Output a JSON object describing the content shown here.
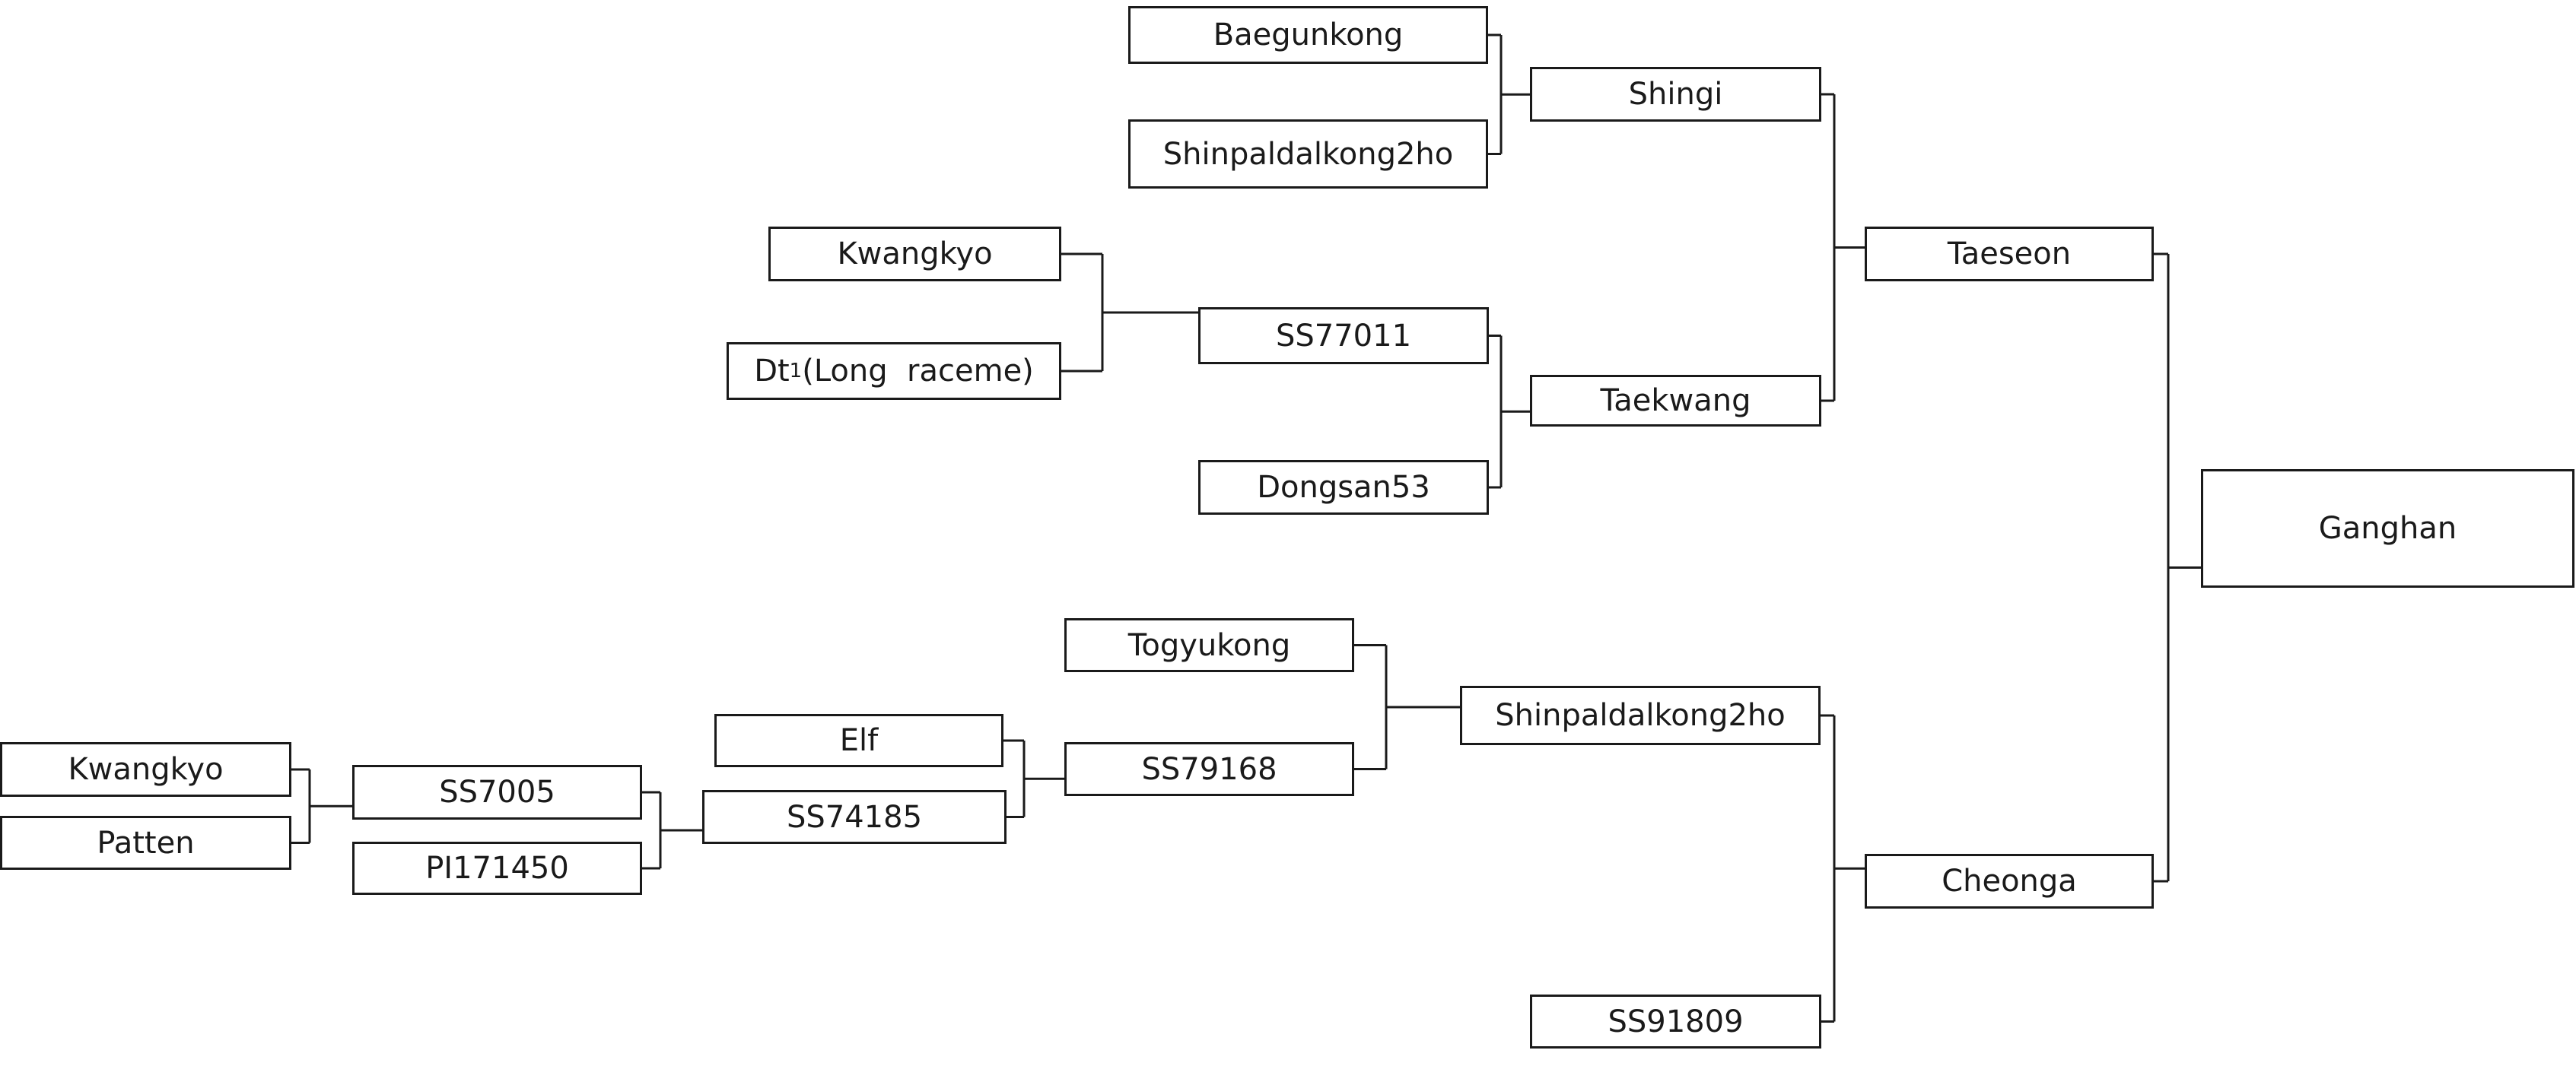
{
  "nodes": {
    "baegunkong": "Baegunkong",
    "shinpaldalkong2ho_top": "Shinpaldalkong2ho",
    "shingi": "Shingi",
    "kwangkyo_top": "Kwangkyo",
    "dt1": {
      "prefix": "Dt",
      "subscript": "1",
      "suffix": "(Long  raceme)"
    },
    "ss77011": "SS77011",
    "taekwang": "Taekwang",
    "dongsan53": "Dongsan53",
    "taeseon": "Taeseon",
    "ganghan": "Ganghan",
    "togyukong": "Togyukong",
    "shinpaldalkong2ho_bottom": "Shinpaldalkong2ho",
    "elf": "Elf",
    "ss79168": "SS79168",
    "kwangkyo_bottom": "Kwangkyo",
    "ss7005": "SS7005",
    "ss74185": "SS74185",
    "patten": "Patten",
    "pi171450": "PI171450",
    "cheonga": "Cheonga",
    "ss91809": "SS91809"
  },
  "crosses": [
    {
      "parents": [
        "baegunkong",
        "shinpaldalkong2ho_top"
      ],
      "child": "shingi"
    },
    {
      "parents": [
        "kwangkyo_top",
        "dt1"
      ],
      "child": "ss77011"
    },
    {
      "parents": [
        "ss77011",
        "dongsan53"
      ],
      "child": "taekwang"
    },
    {
      "parents": [
        "shingi",
        "taekwang"
      ],
      "child": "taeseon"
    },
    {
      "parents": [
        "kwangkyo_bottom",
        "patten"
      ],
      "child": "ss7005"
    },
    {
      "parents": [
        "ss7005",
        "pi171450"
      ],
      "child": "ss74185"
    },
    {
      "parents": [
        "elf",
        "ss74185"
      ],
      "child": "ss79168"
    },
    {
      "parents": [
        "togyukong",
        "ss79168"
      ],
      "child": "shinpaldalkong2ho_bottom"
    },
    {
      "parents": [
        "shinpaldalkong2ho_bottom",
        "ss91809"
      ],
      "child": "cheonga"
    },
    {
      "parents": [
        "taeseon",
        "cheonga"
      ],
      "child": "ganghan"
    }
  ],
  "colors": {
    "line": "#1a1a1a",
    "box_border": "#1a1a1a",
    "background": "#ffffff",
    "text": "#1a1a1a"
  }
}
